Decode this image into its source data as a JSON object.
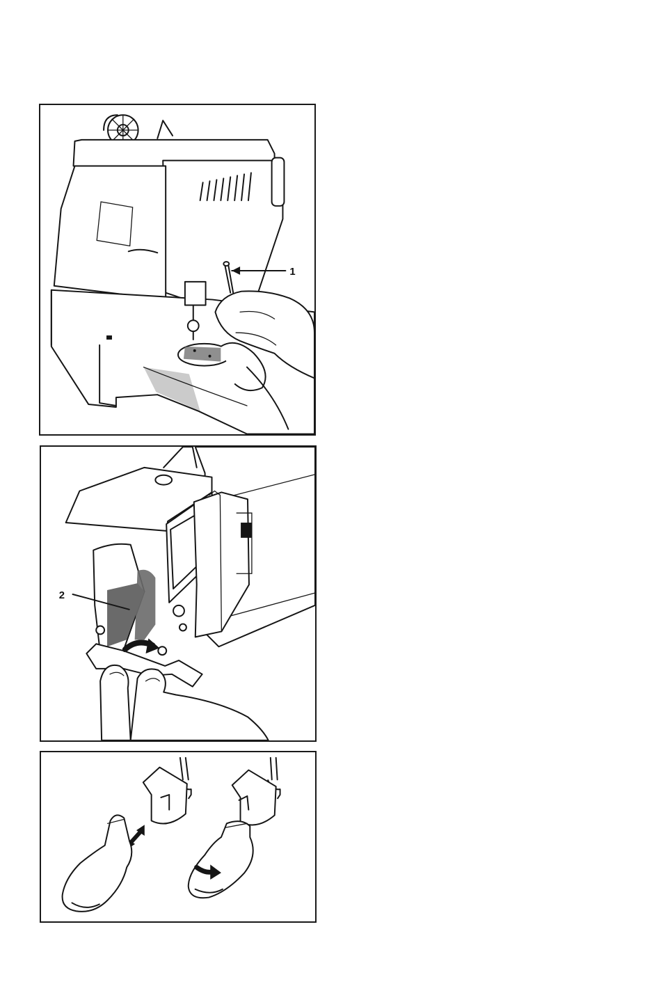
{
  "figures": [
    {
      "id": "fig1",
      "callout": "1"
    },
    {
      "id": "fig2",
      "callout": "2"
    },
    {
      "id": "fig3",
      "callout": ""
    }
  ],
  "icons": {
    "fig1": [
      "sewing-machine-illustration",
      "spool-icon",
      "screwdriver-icon",
      "hand-icon",
      "arrow-icon"
    ],
    "fig2": [
      "lamp-housing-illustration",
      "hand-icon",
      "curved-arrow-icon"
    ],
    "fig3": [
      "bulb-socket-illustration",
      "double-arrow-icon",
      "twist-arrow-icon"
    ]
  }
}
